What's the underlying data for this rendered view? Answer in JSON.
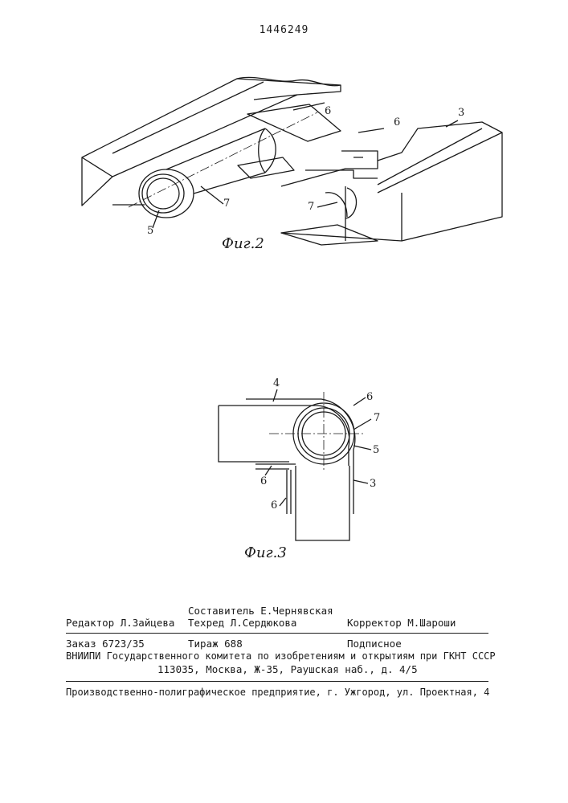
{
  "patent_number": "1446249",
  "figure2": {
    "caption": "Фиг.2",
    "labels": [
      "6",
      "6",
      "3",
      "7",
      "7",
      "5"
    ]
  },
  "figure3": {
    "caption": "Фиг.3",
    "labels": [
      "4",
      "6",
      "7",
      "5",
      "6",
      "3",
      "6"
    ]
  },
  "imprint": {
    "compiler": "Составитель Е.Чернявская",
    "editor": "Редактор Л.Зайцева",
    "techred": "Техред Л.Сердюкова",
    "corrector": "Корректор М.Шароши",
    "order": "Заказ 6723/35",
    "circulation": "Тираж 688",
    "subscription": "Подписное",
    "institute": "ВНИИПИ Государственного комитета по изобретениям и открытиям при ГКНТ СССР",
    "address": "113035, Москва, Ж-35, Раушская наб., д. 4/5",
    "printer": "Производственно-полиграфическое предприятие, г. Ужгород, ул. Проектная, 4"
  }
}
